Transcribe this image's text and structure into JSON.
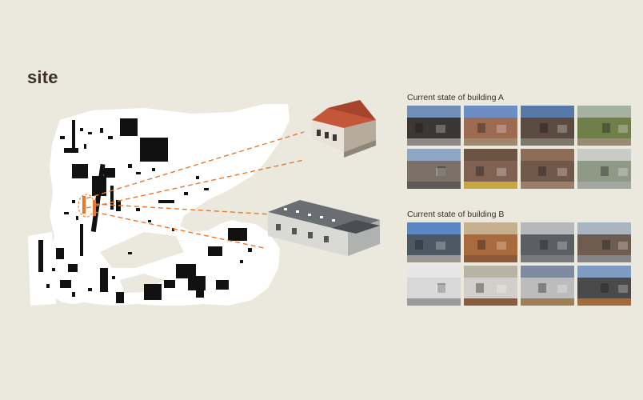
{
  "page": {
    "title": "site",
    "background": "#ebe8dd",
    "accent": "#e8782a"
  },
  "map": {
    "icon": "site-plan-map",
    "leader_color": "#e8782a",
    "building_a_render": "building-a-brick-render",
    "building_b_render": "building-b-metal-render"
  },
  "building_a": {
    "label": "Current state of building A",
    "photos": [
      {
        "name": "photo-a-1",
        "sky": "#6f8fb8",
        "wall": "#3b3634",
        "ground": "#8d8a86"
      },
      {
        "name": "photo-a-2",
        "sky": "#6c8cc4",
        "wall": "#9d6a52",
        "ground": "#a1876d"
      },
      {
        "name": "photo-a-3",
        "sky": "#5878a8",
        "wall": "#5a4a40",
        "ground": "#7d766d"
      },
      {
        "name": "photo-a-4",
        "sky": "#a7b1a0",
        "wall": "#6f7f4a",
        "ground": "#9a8a72"
      },
      {
        "name": "photo-a-5",
        "sky": "#8fa6c3",
        "wall": "#7a7068",
        "ground": "#5f5955"
      },
      {
        "name": "photo-a-6",
        "sky": "#6b5444",
        "wall": "#806252",
        "ground": "#c8a640"
      },
      {
        "name": "photo-a-7",
        "sky": "#8c6e58",
        "wall": "#70584a",
        "ground": "#9b7e6a"
      },
      {
        "name": "photo-a-8",
        "sky": "#c9cbc6",
        "wall": "#8f9a86",
        "ground": "#a4a6a2"
      }
    ]
  },
  "building_b": {
    "label": "Current state of building B",
    "photos": [
      {
        "name": "photo-b-1",
        "sky": "#5a86c4",
        "wall": "#4d5865",
        "ground": "#9a9896"
      },
      {
        "name": "photo-b-2",
        "sky": "#c7b08e",
        "wall": "#a96a3e",
        "ground": "#8c5a3a"
      },
      {
        "name": "photo-b-3",
        "sky": "#b5b9bb",
        "wall": "#5b5f63",
        "ground": "#777a7c"
      },
      {
        "name": "photo-b-4",
        "sky": "#a9b6c2",
        "wall": "#6e5c50",
        "ground": "#858585"
      },
      {
        "name": "photo-b-5",
        "sky": "#e6e6e6",
        "wall": "#d8d8d8",
        "ground": "#9a9a9a"
      },
      {
        "name": "photo-b-6",
        "sky": "#b9b3a6",
        "wall": "#d2ceca",
        "ground": "#8a5c3e"
      },
      {
        "name": "photo-b-7",
        "sky": "#7e8aa2",
        "wall": "#bcbcbc",
        "ground": "#9e7e55"
      },
      {
        "name": "photo-b-8",
        "sky": "#7f9bc2",
        "wall": "#4a4a4a",
        "ground": "#a56a3a"
      }
    ]
  }
}
